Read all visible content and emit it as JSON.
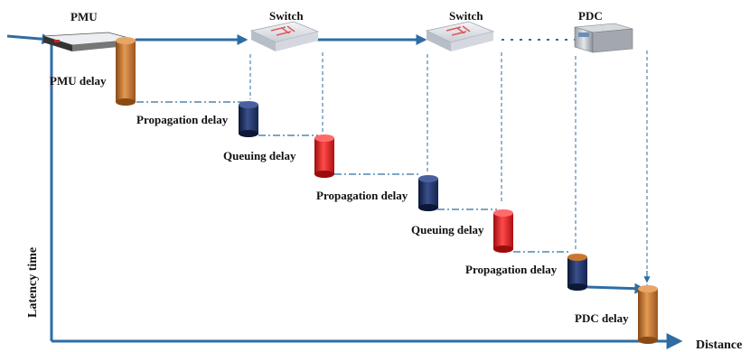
{
  "devices": {
    "pmu": "PMU",
    "switch1": "Switch",
    "switch2": "Switch",
    "pdc": "PDC"
  },
  "delays": {
    "pmu": "PMU delay",
    "propagation1": "Propagation delay",
    "queuing1": "Queuing delay",
    "propagation2": "Propagation delay",
    "queuing2": "Queuing delay",
    "propagation3": "Propagation delay",
    "pdc": "PDC delay"
  },
  "axes": {
    "y_label": "Latency time",
    "x_label": "Distance"
  },
  "colors": {
    "arrow": "#2e6da4",
    "propagation": "#1f2f5c",
    "queuing": "#d81c1c",
    "device_delay": "#c9772e"
  }
}
